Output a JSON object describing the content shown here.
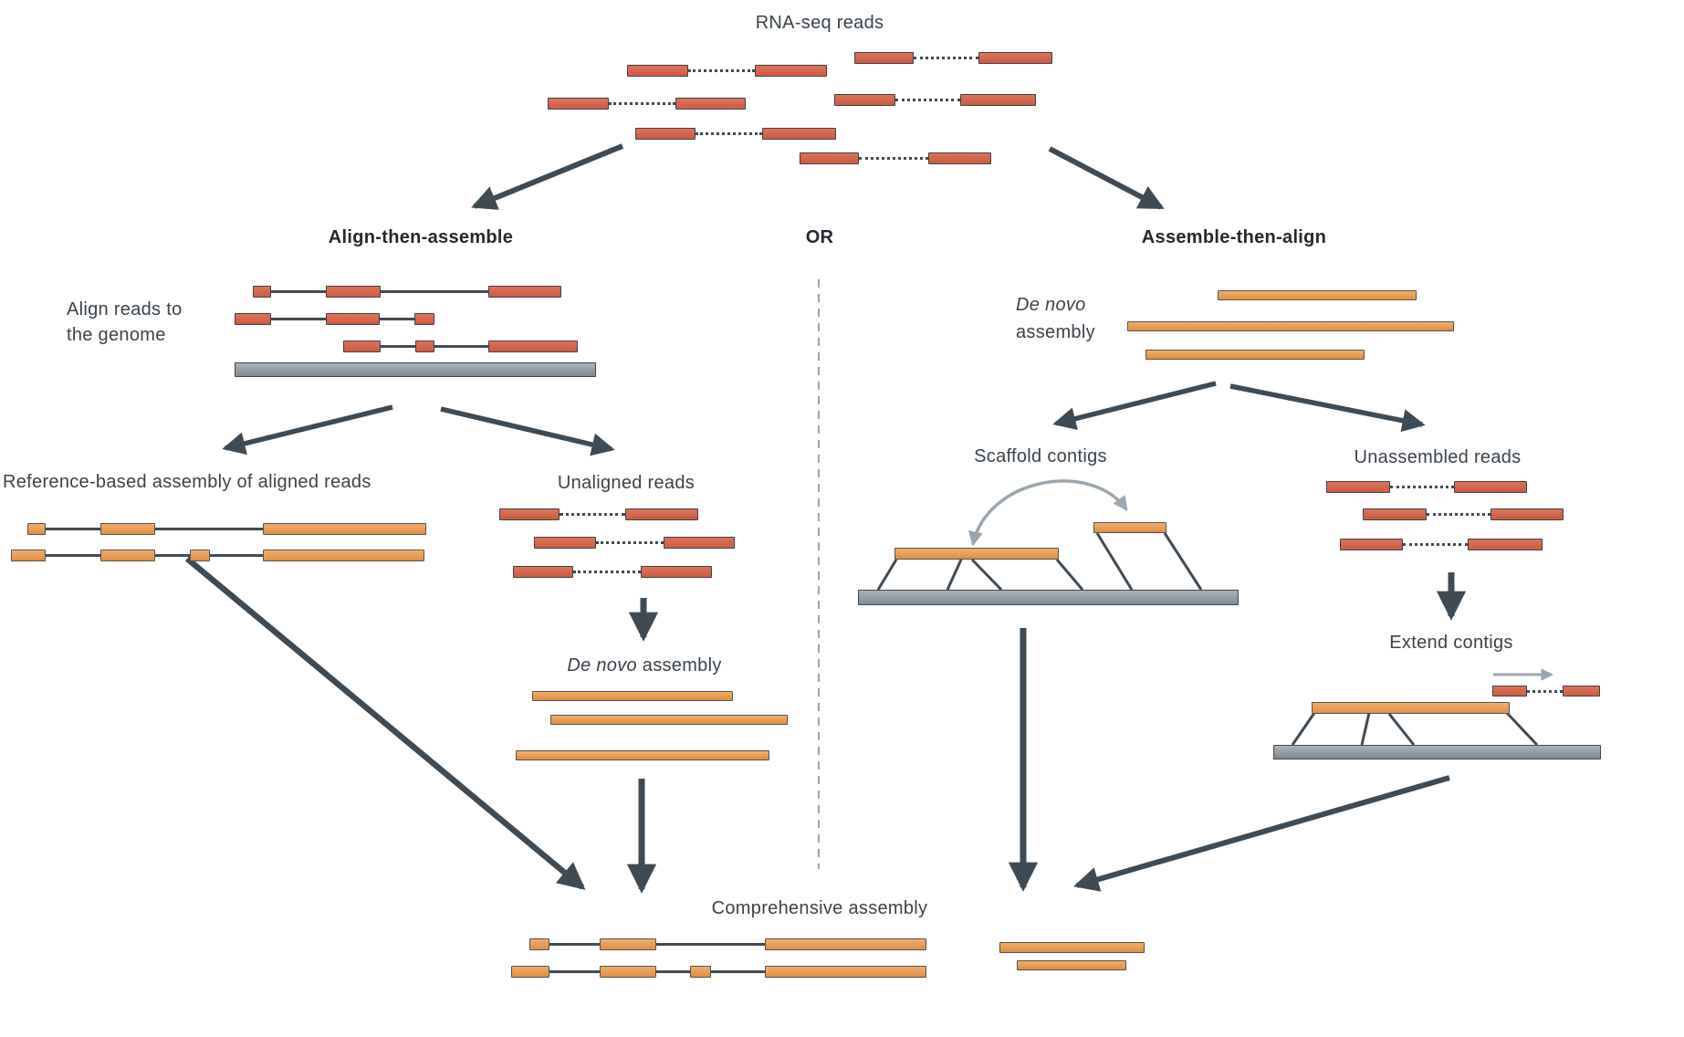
{
  "figure": {
    "title": "RNA-seq reads",
    "or_label": "OR",
    "left_branch": {
      "heading": "Align-then-assemble",
      "align_line1": "Align reads to",
      "align_line2": "the genome",
      "ref_assembly_label": "Reference-based assembly of aligned reads",
      "unaligned_label": "Unaligned reads",
      "de_novo_italic": "De novo",
      "de_novo_rest": " assembly"
    },
    "right_branch": {
      "heading": "Assemble-then-align",
      "de_novo_line1": "De novo",
      "de_novo_line2": "assembly",
      "scaffold_label": "Scaffold contigs",
      "unassembled_label": "Unassembled reads",
      "extend_label": "Extend contigs"
    },
    "bottom": {
      "comprehensive_label": "Comprehensive assembly"
    }
  },
  "colors": {
    "red": "#cd5b43",
    "red_light": "#de7257",
    "orange": "#e08e44",
    "orange_light": "#f2ae6b",
    "genome": "#7e8a93",
    "genome_light": "#a9b2b9",
    "dark": "#3f4b54",
    "gray": "#9aa5ad",
    "text": "#3a434b",
    "heading": "#23292e",
    "bg": "#ffffff"
  }
}
